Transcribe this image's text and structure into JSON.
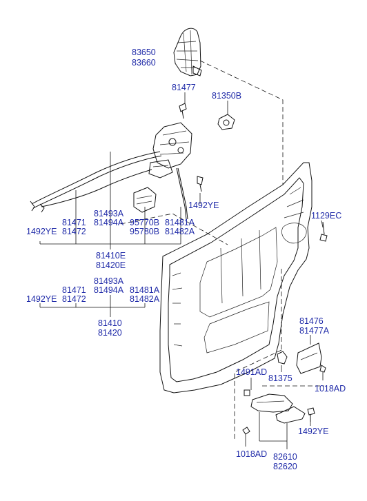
{
  "labels": {
    "l83650": "83650",
    "l83660": "83660",
    "l81477": "81477",
    "l81350B": "81350B",
    "l1492YE_a": "1492YE",
    "l1129EC": "1129EC",
    "l81471_a": "81471",
    "l81472_a": "81472",
    "l1492YE_b": "1492YE",
    "l81493A_a": "81493A",
    "l81494A_a": "81494A",
    "l95770B": "95770B",
    "l95780B": "95780B",
    "l81481A_a": "81481A",
    "l81482A_a": "81482A",
    "l81410E": "81410E",
    "l81420E": "81420E",
    "l81493A_b": "81493A",
    "l81494A_b": "81494A",
    "l81471_b": "81471",
    "l81472_b": "81472",
    "l1492YE_c": "1492YE",
    "l81481A_b": "81481A",
    "l81482A_b": "81482A",
    "l81410": "81410",
    "l81420": "81420",
    "l81476": "81476",
    "l81477A": "81477A",
    "l1491AD": "1491AD",
    "l81375": "81375",
    "l1018AD_a": "1018AD",
    "l1492YE_d": "1492YE",
    "l1018AD_b": "1018AD",
    "l82610": "82610",
    "l82620": "82620"
  },
  "colors": {
    "label": "#1f2aa8",
    "line": "#111111",
    "background": "#ffffff"
  }
}
